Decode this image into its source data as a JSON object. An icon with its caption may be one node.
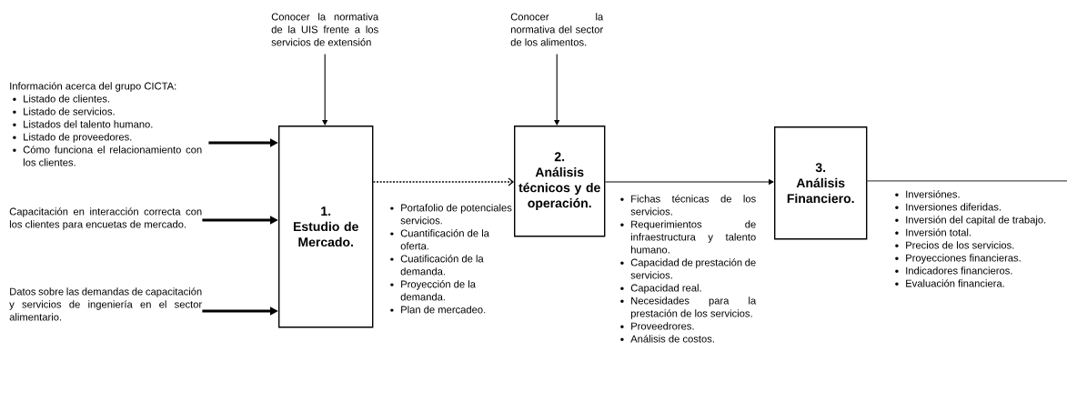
{
  "diagram": {
    "nodes": [
      {
        "text": [
          "Información acerca del grupo CICTA:",
          "Listado de clientes.",
          "Listado de servicios.",
          "Listados del talento humano.",
          "Listado de proveedores.",
          "Cómo funciona el relacionamiento con los clientes."
        ]
      },
      {
        "text": [
          "Capacitación en interacción correcta con los clientes para encuetas de mercado."
        ]
      },
      {
        "text": [
          "Datos sobre las demandas de capacitación y servicios de ingeniería en el sector alimentario."
        ]
      },
      {
        "text": [
          "Conocer la normativa de la UIS frente a los servicios de extensión"
        ]
      },
      {
        "text": [
          "1.",
          "Estudio de Mercado."
        ]
      },
      {
        "text": [
          "Conocer la normativa del sector de los alimentos."
        ]
      },
      {
        "text": [
          "2.",
          "Análisis técnicos y de operación."
        ]
      },
      {
        "text": [
          "3.",
          "Análisis Financiero."
        ]
      }
    ],
    "edges": [
      {
        "from": 0,
        "to": 4,
        "arrow": "to",
        "style": "thick"
      },
      {
        "from": 1,
        "to": 4,
        "arrow": "to",
        "style": "thick"
      },
      {
        "from": 2,
        "to": 4,
        "arrow": "to",
        "style": "thick"
      },
      {
        "from": 3,
        "to": 4,
        "arrow": "to"
      },
      {
        "from": 4,
        "to": 6,
        "arrow": "to",
        "style": "dashed"
      },
      {
        "from": 5,
        "to": 6,
        "arrow": "to"
      },
      {
        "from": 6,
        "to": 7,
        "arrow": "to"
      },
      {
        "from": 7,
        "to": null,
        "arrow": "none"
      }
    ],
    "labels": [
      "Portafolio de potenciales servicios.",
      "Cuantificación de la oferta.",
      "Cuatificación de la demanda.",
      "Proyección de la demanda.",
      "Plan de mercadeo.",
      "Fichas técnicas de los servicios.",
      "Requerimientos de infraestructura y talento humano.",
      "Capacidad de prestación de servicios.",
      "Capacidad real.",
      "Necesidades para la prestación de los servicios.",
      "Proveedrores.",
      "Análisis de costos.",
      "Inversiónes.",
      "Inversiones diferidas.",
      "Inversión del capital de trabajo.",
      "Inversión total.",
      "Precios de los servicios.",
      "Proyecciones financieras.",
      "Indicadores financieros.",
      "Evaluación financiera."
    ]
  }
}
